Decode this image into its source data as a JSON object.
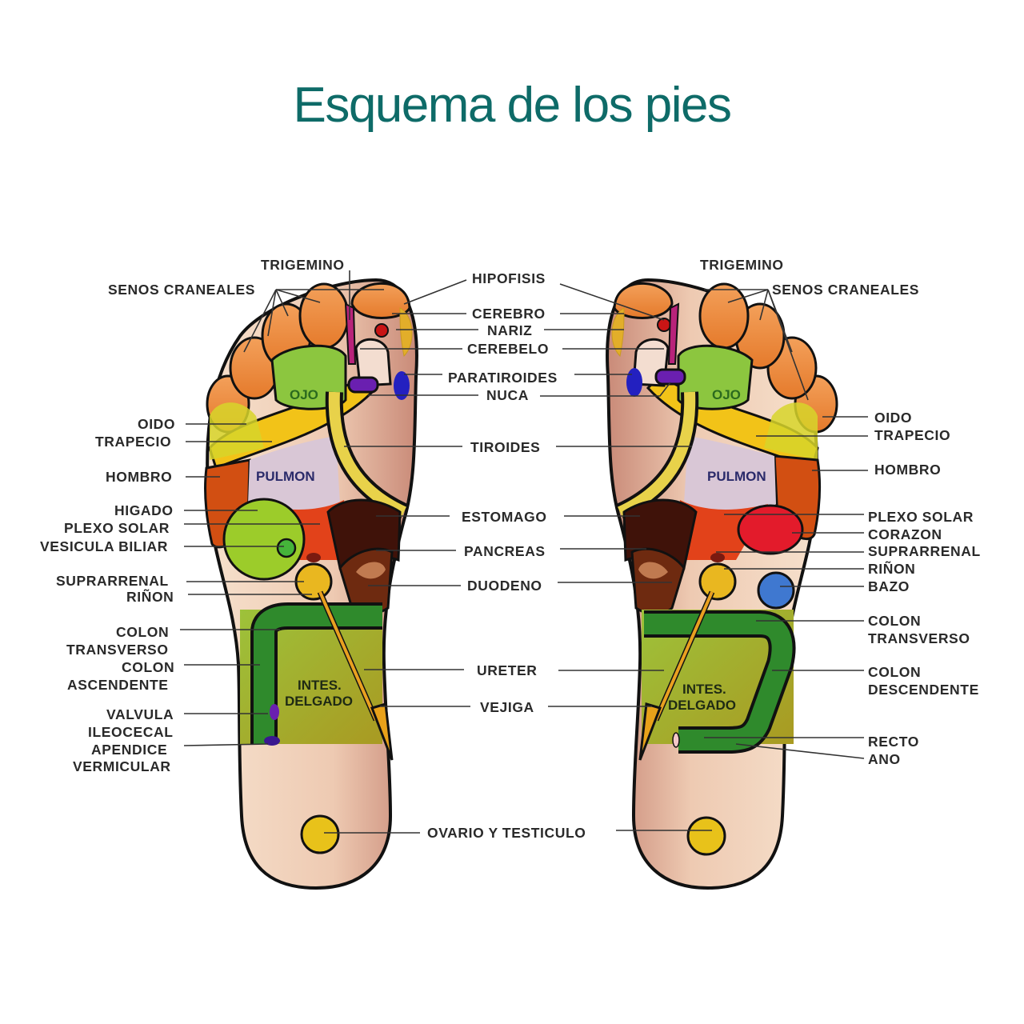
{
  "title": "Esquema de los pies",
  "colors": {
    "title": "#0e6b68",
    "skin": "#f1d6c1",
    "toe_tip": "#e9873a",
    "ojo_green": "#8cc63f",
    "trapecio_yellow": "#f2c318",
    "hombro_orange": "#d24f12",
    "pulmon_lilac": "#d9c7d6",
    "plexo_red": "#e2421a",
    "estomago_brown": "#3f1209",
    "higado_green": "#9ccc2a",
    "rinon_yellow": "#e9b720",
    "colon_green": "#2f8a2c",
    "intestino_green": "#a9bd2c",
    "corazon_red": "#e31b2b",
    "bazo_blue": "#3f78d0",
    "paratiroides_blue": "#2320c0",
    "nuca_purple": "#6a1fb0",
    "hipofisis_red": "#c81515",
    "ovario_yellow": "#e8c21a"
  },
  "diagram": {
    "in_foot_labels": {
      "ojo": "OJO",
      "pulmon": "PULMON",
      "intes_line1": "INTES.",
      "intes_line2": "DELGADO"
    },
    "left_labels": [
      {
        "id": "trigemino",
        "text": "TRIGEMINO"
      },
      {
        "id": "senos_craneales",
        "text": "SENOS CRANEALES"
      },
      {
        "id": "oido",
        "text": "OIDO"
      },
      {
        "id": "trapecio",
        "text": "TRAPECIO"
      },
      {
        "id": "hombro",
        "text": "HOMBRO"
      },
      {
        "id": "higado",
        "text": "HIGADO"
      },
      {
        "id": "plexo_solar",
        "text": "PLEXO SOLAR"
      },
      {
        "id": "vesicula_biliar",
        "text": "VESICULA BILIAR"
      },
      {
        "id": "suprarrenal",
        "text": "SUPRARRENAL"
      },
      {
        "id": "rinon",
        "text": "RIÑON"
      },
      {
        "id": "colon_transverso_1",
        "text": "COLON"
      },
      {
        "id": "colon_transverso_2",
        "text": "TRANSVERSO"
      },
      {
        "id": "colon_ascendente_1",
        "text": "COLON"
      },
      {
        "id": "colon_ascendente_2",
        "text": "ASCENDENTE"
      },
      {
        "id": "valvula_1",
        "text": "VALVULA"
      },
      {
        "id": "valvula_2",
        "text": "ILEOCECAL"
      },
      {
        "id": "apendice_1",
        "text": "APENDICE"
      },
      {
        "id": "apendice_2",
        "text": "VERMICULAR"
      }
    ],
    "center_labels": [
      {
        "id": "hipofisis",
        "text": "HIPOFISIS"
      },
      {
        "id": "cerebro",
        "text": "CEREBRO"
      },
      {
        "id": "nariz",
        "text": "NARIZ"
      },
      {
        "id": "cerebelo",
        "text": "CEREBELO"
      },
      {
        "id": "paratiroides",
        "text": "PARATIROIDES"
      },
      {
        "id": "nuca",
        "text": "NUCA"
      },
      {
        "id": "tiroides",
        "text": "TIROIDES"
      },
      {
        "id": "estomago",
        "text": "ESTOMAGO"
      },
      {
        "id": "pancreas",
        "text": "PANCREAS"
      },
      {
        "id": "duodeno",
        "text": "DUODENO"
      },
      {
        "id": "ureter",
        "text": "URETER"
      },
      {
        "id": "vejiga",
        "text": "VEJIGA"
      },
      {
        "id": "ovario",
        "text": "OVARIO Y TESTICULO"
      }
    ],
    "right_labels": [
      {
        "id": "trigemino",
        "text": "TRIGEMINO"
      },
      {
        "id": "senos_craneales",
        "text": "SENOS CRANEALES"
      },
      {
        "id": "oido",
        "text": "OIDO"
      },
      {
        "id": "trapecio",
        "text": "TRAPECIO"
      },
      {
        "id": "hombro",
        "text": "HOMBRO"
      },
      {
        "id": "plexo_solar",
        "text": "PLEXO SOLAR"
      },
      {
        "id": "corazon",
        "text": "CORAZON"
      },
      {
        "id": "suprarrenal",
        "text": "SUPRARRENAL"
      },
      {
        "id": "rinon",
        "text": "RIÑON"
      },
      {
        "id": "bazo",
        "text": "BAZO"
      },
      {
        "id": "colon_transverso_1",
        "text": "COLON"
      },
      {
        "id": "colon_transverso_2",
        "text": "TRANSVERSO"
      },
      {
        "id": "colon_descendente_1",
        "text": "COLON"
      },
      {
        "id": "colon_descendente_2",
        "text": "DESCENDENTE"
      },
      {
        "id": "recto",
        "text": "RECTO"
      },
      {
        "id": "ano",
        "text": "ANO"
      }
    ]
  }
}
